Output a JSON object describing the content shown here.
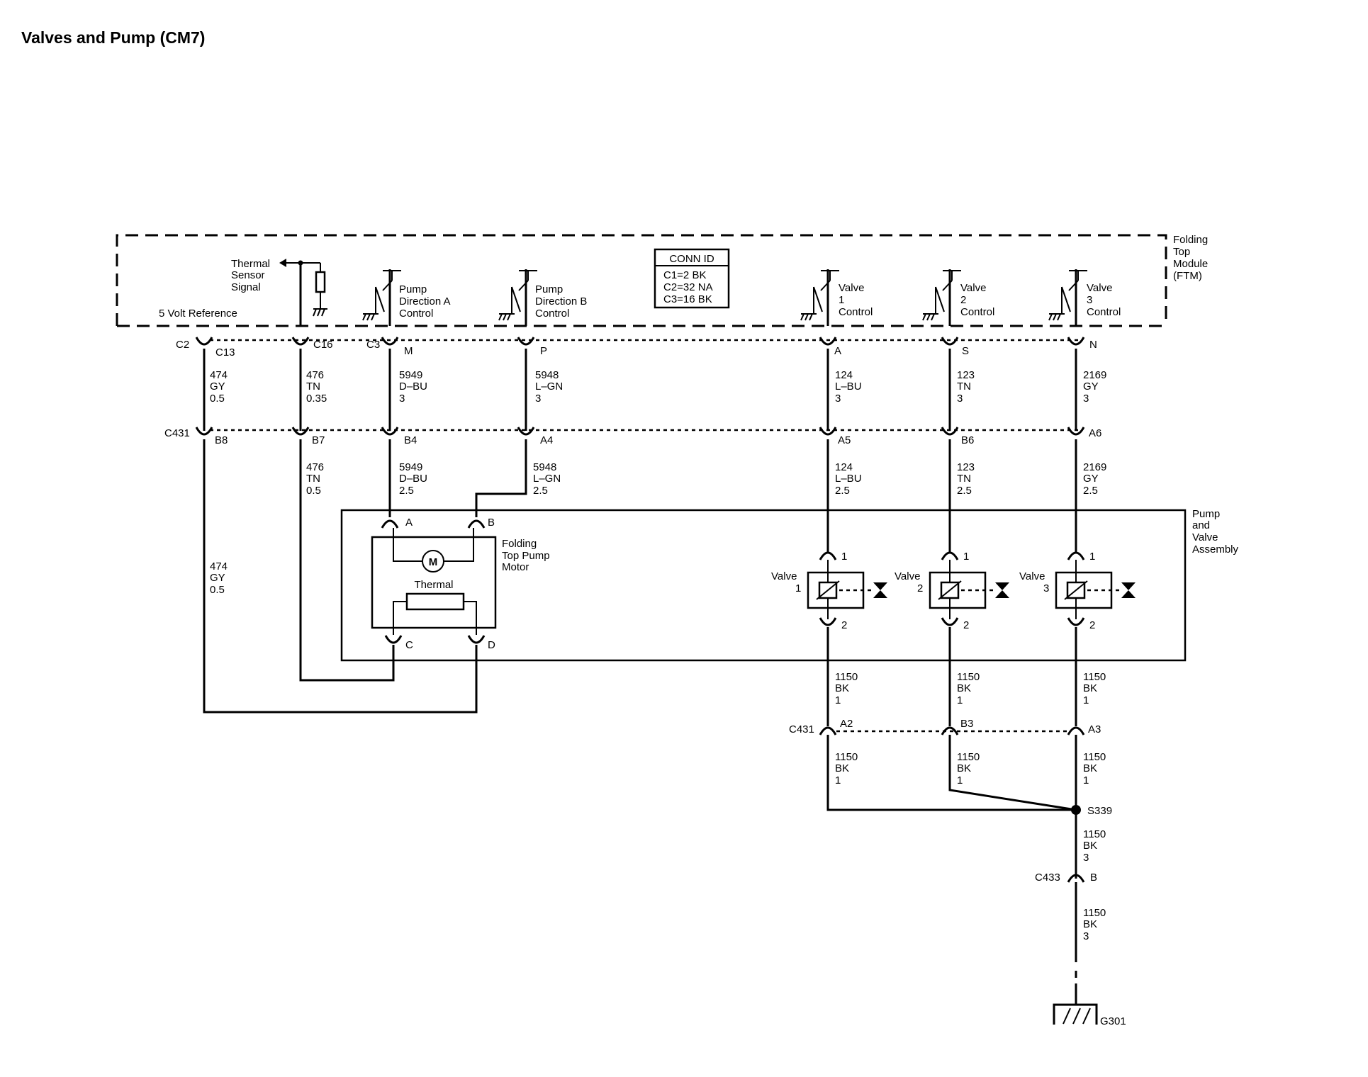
{
  "title": "Valves and Pump (CM7)",
  "ftm": {
    "label": [
      "Folding",
      "Top",
      "Module",
      "(FTM)"
    ],
    "thermal_signal": [
      "Thermal",
      "Sensor",
      "Signal"
    ],
    "five_volt_ref": "5 Volt Reference",
    "pump_a": [
      "Pump",
      "Direction A",
      "Control"
    ],
    "pump_b": [
      "Pump",
      "Direction B",
      "Control"
    ],
    "valve1": [
      "Valve",
      "1",
      "Control"
    ],
    "valve2": [
      "Valve",
      "2",
      "Control"
    ],
    "valve3": [
      "Valve",
      "3",
      "Control"
    ],
    "conn_id": {
      "title": "CONN ID",
      "lines": [
        "C1=2 BK",
        "C2=32 NA",
        "C3=16 BK"
      ]
    }
  },
  "ftm_connectors": {
    "c2": "C2",
    "c3": "C3",
    "pins": [
      "C13",
      "C16",
      "M",
      "P",
      "A",
      "S",
      "N"
    ]
  },
  "wires_upper": [
    [
      "474",
      "GY",
      "0.5"
    ],
    [
      "476",
      "TN",
      "0.35"
    ],
    [
      "5949",
      "D–BU",
      "3"
    ],
    [
      "5948",
      "L–GN",
      "3"
    ],
    [
      "124",
      "L–BU",
      "3"
    ],
    [
      "123",
      "TN",
      "3"
    ],
    [
      "2169",
      "GY",
      "3"
    ]
  ],
  "c431_upper": {
    "name": "C431",
    "pins": [
      "B8",
      "B7",
      "B4",
      "A4",
      "A5",
      "B6",
      "A6"
    ]
  },
  "wires_middle": [
    [
      "476",
      "TN",
      "0.5"
    ],
    [
      "5949",
      "D–BU",
      "2.5"
    ],
    [
      "5948",
      "L–GN",
      "2.5"
    ],
    [
      "124",
      "L–BU",
      "2.5"
    ],
    [
      "123",
      "TN",
      "2.5"
    ],
    [
      "2169",
      "GY",
      "2.5"
    ]
  ],
  "wire_474_lower": [
    "474",
    "GY",
    "0.5"
  ],
  "assembly": {
    "label": [
      "Pump",
      "and",
      "Valve",
      "Assembly"
    ],
    "motor_label": [
      "Folding",
      "Top Pump",
      "Motor"
    ],
    "motor_symbol": "M",
    "thermal": "Thermal",
    "pins": [
      "A",
      "B",
      "C",
      "D"
    ],
    "valves": [
      {
        "name": [
          "Valve",
          "1"
        ],
        "pin_top": "1",
        "pin_bot": "2"
      },
      {
        "name": [
          "Valve",
          "2"
        ],
        "pin_top": "1",
        "pin_bot": "2"
      },
      {
        "name": [
          "Valve",
          "3"
        ],
        "pin_top": "1",
        "pin_bot": "2"
      }
    ]
  },
  "ground_wires_1": [
    [
      "1150",
      "BK",
      "1"
    ],
    [
      "1150",
      "BK",
      "1"
    ],
    [
      "1150",
      "BK",
      "1"
    ]
  ],
  "c431_lower": {
    "name": "C431",
    "pins": [
      "A2",
      "B3",
      "A3"
    ]
  },
  "ground_wires_2": [
    [
      "1150",
      "BK",
      "1"
    ],
    [
      "1150",
      "BK",
      "1"
    ],
    [
      "1150",
      "BK",
      "1"
    ]
  ],
  "splice": "S339",
  "wire_after_splice": [
    "1150",
    "BK",
    "3"
  ],
  "c433": {
    "name": "C433",
    "pin": "B"
  },
  "wire_to_ground": [
    "1150",
    "BK",
    "3"
  ],
  "ground": "G301",
  "colors": {
    "ink": "#000000",
    "paper": "#ffffff"
  }
}
